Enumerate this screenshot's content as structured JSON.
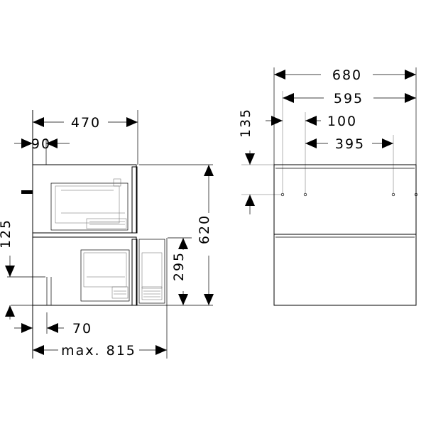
{
  "side_view": {
    "width_total": "470",
    "offset_top": "90",
    "height_lower": "125",
    "height_total": "620",
    "drawer_height": "295",
    "offset_bottom": "70",
    "max_depth": "max. 815"
  },
  "front_view": {
    "width_total": "680",
    "width_inner": "595",
    "gap_100": "100",
    "spacing_395": "395",
    "top_offset": "135"
  },
  "colors": {
    "line": "#000000",
    "hairline": "#666666",
    "background": "#ffffff"
  }
}
